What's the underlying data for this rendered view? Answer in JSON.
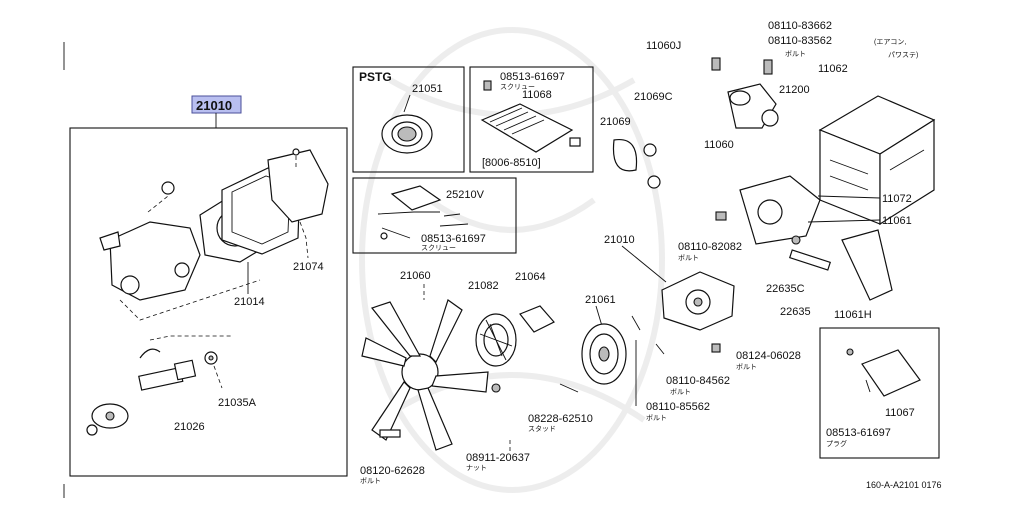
{
  "highlight_color": "#b9bff0",
  "diagram_code": "160-A-A2101 0176",
  "main_part": "21010",
  "boxes": {
    "pstg": {
      "title": "PSTG",
      "part": "21051"
    },
    "module": {
      "part1": "08513-61697",
      "part1_sub": "スクリュー",
      "part2": "11068",
      "range": "[8006-8510]"
    },
    "sensor": {
      "part1": "25210V",
      "part2": "08513-61697",
      "part2_sub": "スクリュー"
    },
    "plug": {
      "part1": "11067",
      "part2": "08513-61697",
      "part2_sub": "プラグ"
    }
  },
  "labels": {
    "p21074": "21074",
    "p21014": "21014",
    "p21035A": "21035A",
    "p21026": "21026",
    "p21060": "21060",
    "p21082": "21082",
    "p21064": "21064",
    "p21061": "21061",
    "p21010b": "21010",
    "p21069": "21069",
    "p21069C": "21069C",
    "p11060J": "11060J",
    "p08110_83662": "08110-83662",
    "p08110_83562": "08110-83562",
    "p08110_83562_note": "(エアコン,",
    "p08110_83562_note2": "パワステ)",
    "bolt1": "ボルト",
    "p11062": "11062",
    "p21200": "21200",
    "p11060": "11060",
    "p11072": "11072",
    "p11061": "11061",
    "p08110_82082": "08110-82082",
    "bolt2": "ボルト",
    "p22635C": "22635C",
    "p22635": "22635",
    "p11061H": "11061H",
    "p08124_06028": "08124-06028",
    "bolt3": "ボルト",
    "p08110_84562": "08110-84562",
    "bolt4": "ボルト",
    "p08110_85562": "08110-85562",
    "bolt5": "ボルト",
    "p08228_62510": "08228-62510",
    "stud": "スタッド",
    "p08911_20637": "08911-20637",
    "nut": "ナット",
    "p08120_62628": "08120-62628",
    "bolt6": "ボルト"
  }
}
